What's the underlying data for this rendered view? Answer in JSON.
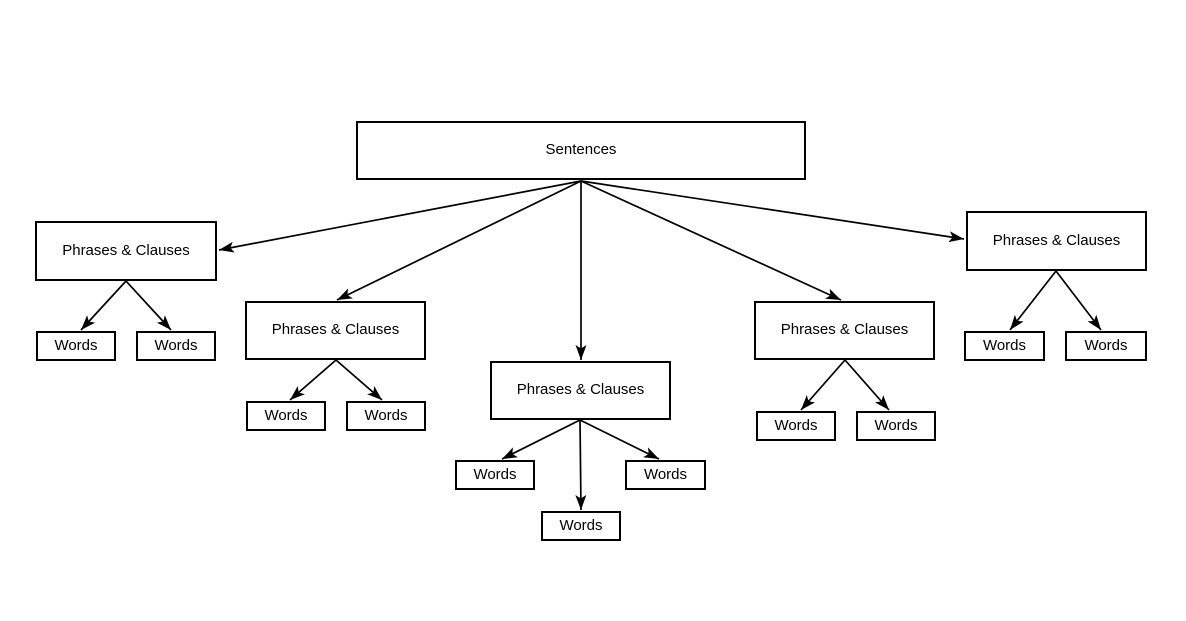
{
  "diagram": {
    "type": "tree",
    "background_color": "#ffffff",
    "line_color": "#000000",
    "node_fill_color": "#ffffff",
    "node_border_color": "#000000",
    "text_color": "#000000",
    "root": {
      "id": "sentences",
      "label": "Sentences"
    },
    "branches": [
      {
        "id": "phrases-clauses-1",
        "label": "Phrases & Clauses",
        "children": [
          {
            "id": "words-1a",
            "label": "Words"
          },
          {
            "id": "words-1b",
            "label": "Words"
          }
        ]
      },
      {
        "id": "phrases-clauses-2",
        "label": "Phrases & Clauses",
        "children": [
          {
            "id": "words-2a",
            "label": "Words"
          },
          {
            "id": "words-2b",
            "label": "Words"
          }
        ]
      },
      {
        "id": "phrases-clauses-3",
        "label": "Phrases & Clauses",
        "children": [
          {
            "id": "words-3a",
            "label": "Words"
          },
          {
            "id": "words-3b",
            "label": "Words"
          },
          {
            "id": "words-3c",
            "label": "Words"
          }
        ]
      },
      {
        "id": "phrases-clauses-4",
        "label": "Phrases & Clauses",
        "children": [
          {
            "id": "words-4a",
            "label": "Words"
          },
          {
            "id": "words-4b",
            "label": "Words"
          }
        ]
      },
      {
        "id": "phrases-clauses-5",
        "label": "Phrases & Clauses",
        "children": [
          {
            "id": "words-5a",
            "label": "Words"
          },
          {
            "id": "words-5b",
            "label": "Words"
          }
        ]
      }
    ],
    "edges": [
      {
        "from": "sentences",
        "to": "phrases-clauses-1"
      },
      {
        "from": "sentences",
        "to": "phrases-clauses-2"
      },
      {
        "from": "sentences",
        "to": "phrases-clauses-3"
      },
      {
        "from": "sentences",
        "to": "phrases-clauses-4"
      },
      {
        "from": "sentences",
        "to": "phrases-clauses-5"
      },
      {
        "from": "phrases-clauses-1",
        "to": "words-1a"
      },
      {
        "from": "phrases-clauses-1",
        "to": "words-1b"
      },
      {
        "from": "phrases-clauses-2",
        "to": "words-2a"
      },
      {
        "from": "phrases-clauses-2",
        "to": "words-2b"
      },
      {
        "from": "phrases-clauses-3",
        "to": "words-3a"
      },
      {
        "from": "phrases-clauses-3",
        "to": "words-3b"
      },
      {
        "from": "phrases-clauses-3",
        "to": "words-3c"
      },
      {
        "from": "phrases-clauses-4",
        "to": "words-4a"
      },
      {
        "from": "phrases-clauses-4",
        "to": "words-4b"
      },
      {
        "from": "phrases-clauses-5",
        "to": "words-5a"
      },
      {
        "from": "phrases-clauses-5",
        "to": "words-5b"
      }
    ]
  }
}
